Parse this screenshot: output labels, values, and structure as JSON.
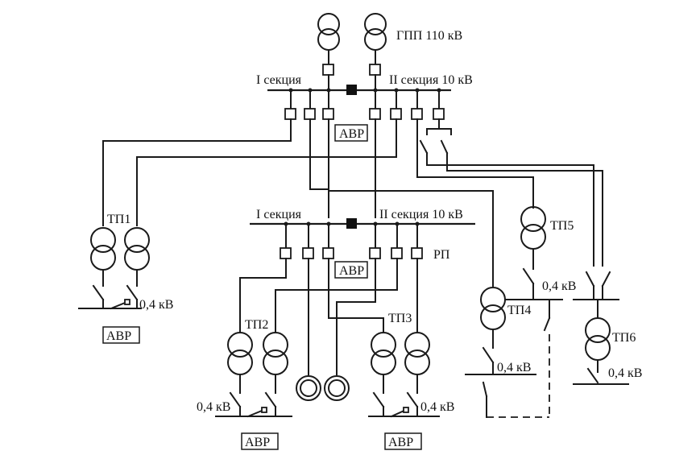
{
  "labels": {
    "gpp": "ГПП 110 кВ",
    "sec1_top": "I секция",
    "sec2_top": "II секция 10 кВ",
    "sec1_mid": "I секция",
    "sec2_mid": "II секция 10 кВ",
    "rp": "РП",
    "avr": "АВР",
    "tp1": "ТП1",
    "tp2": "ТП2",
    "tp3": "ТП3",
    "tp4": "ТП4",
    "tp5": "ТП5",
    "tp6": "ТП6",
    "lv": "0,4 кВ"
  }
}
